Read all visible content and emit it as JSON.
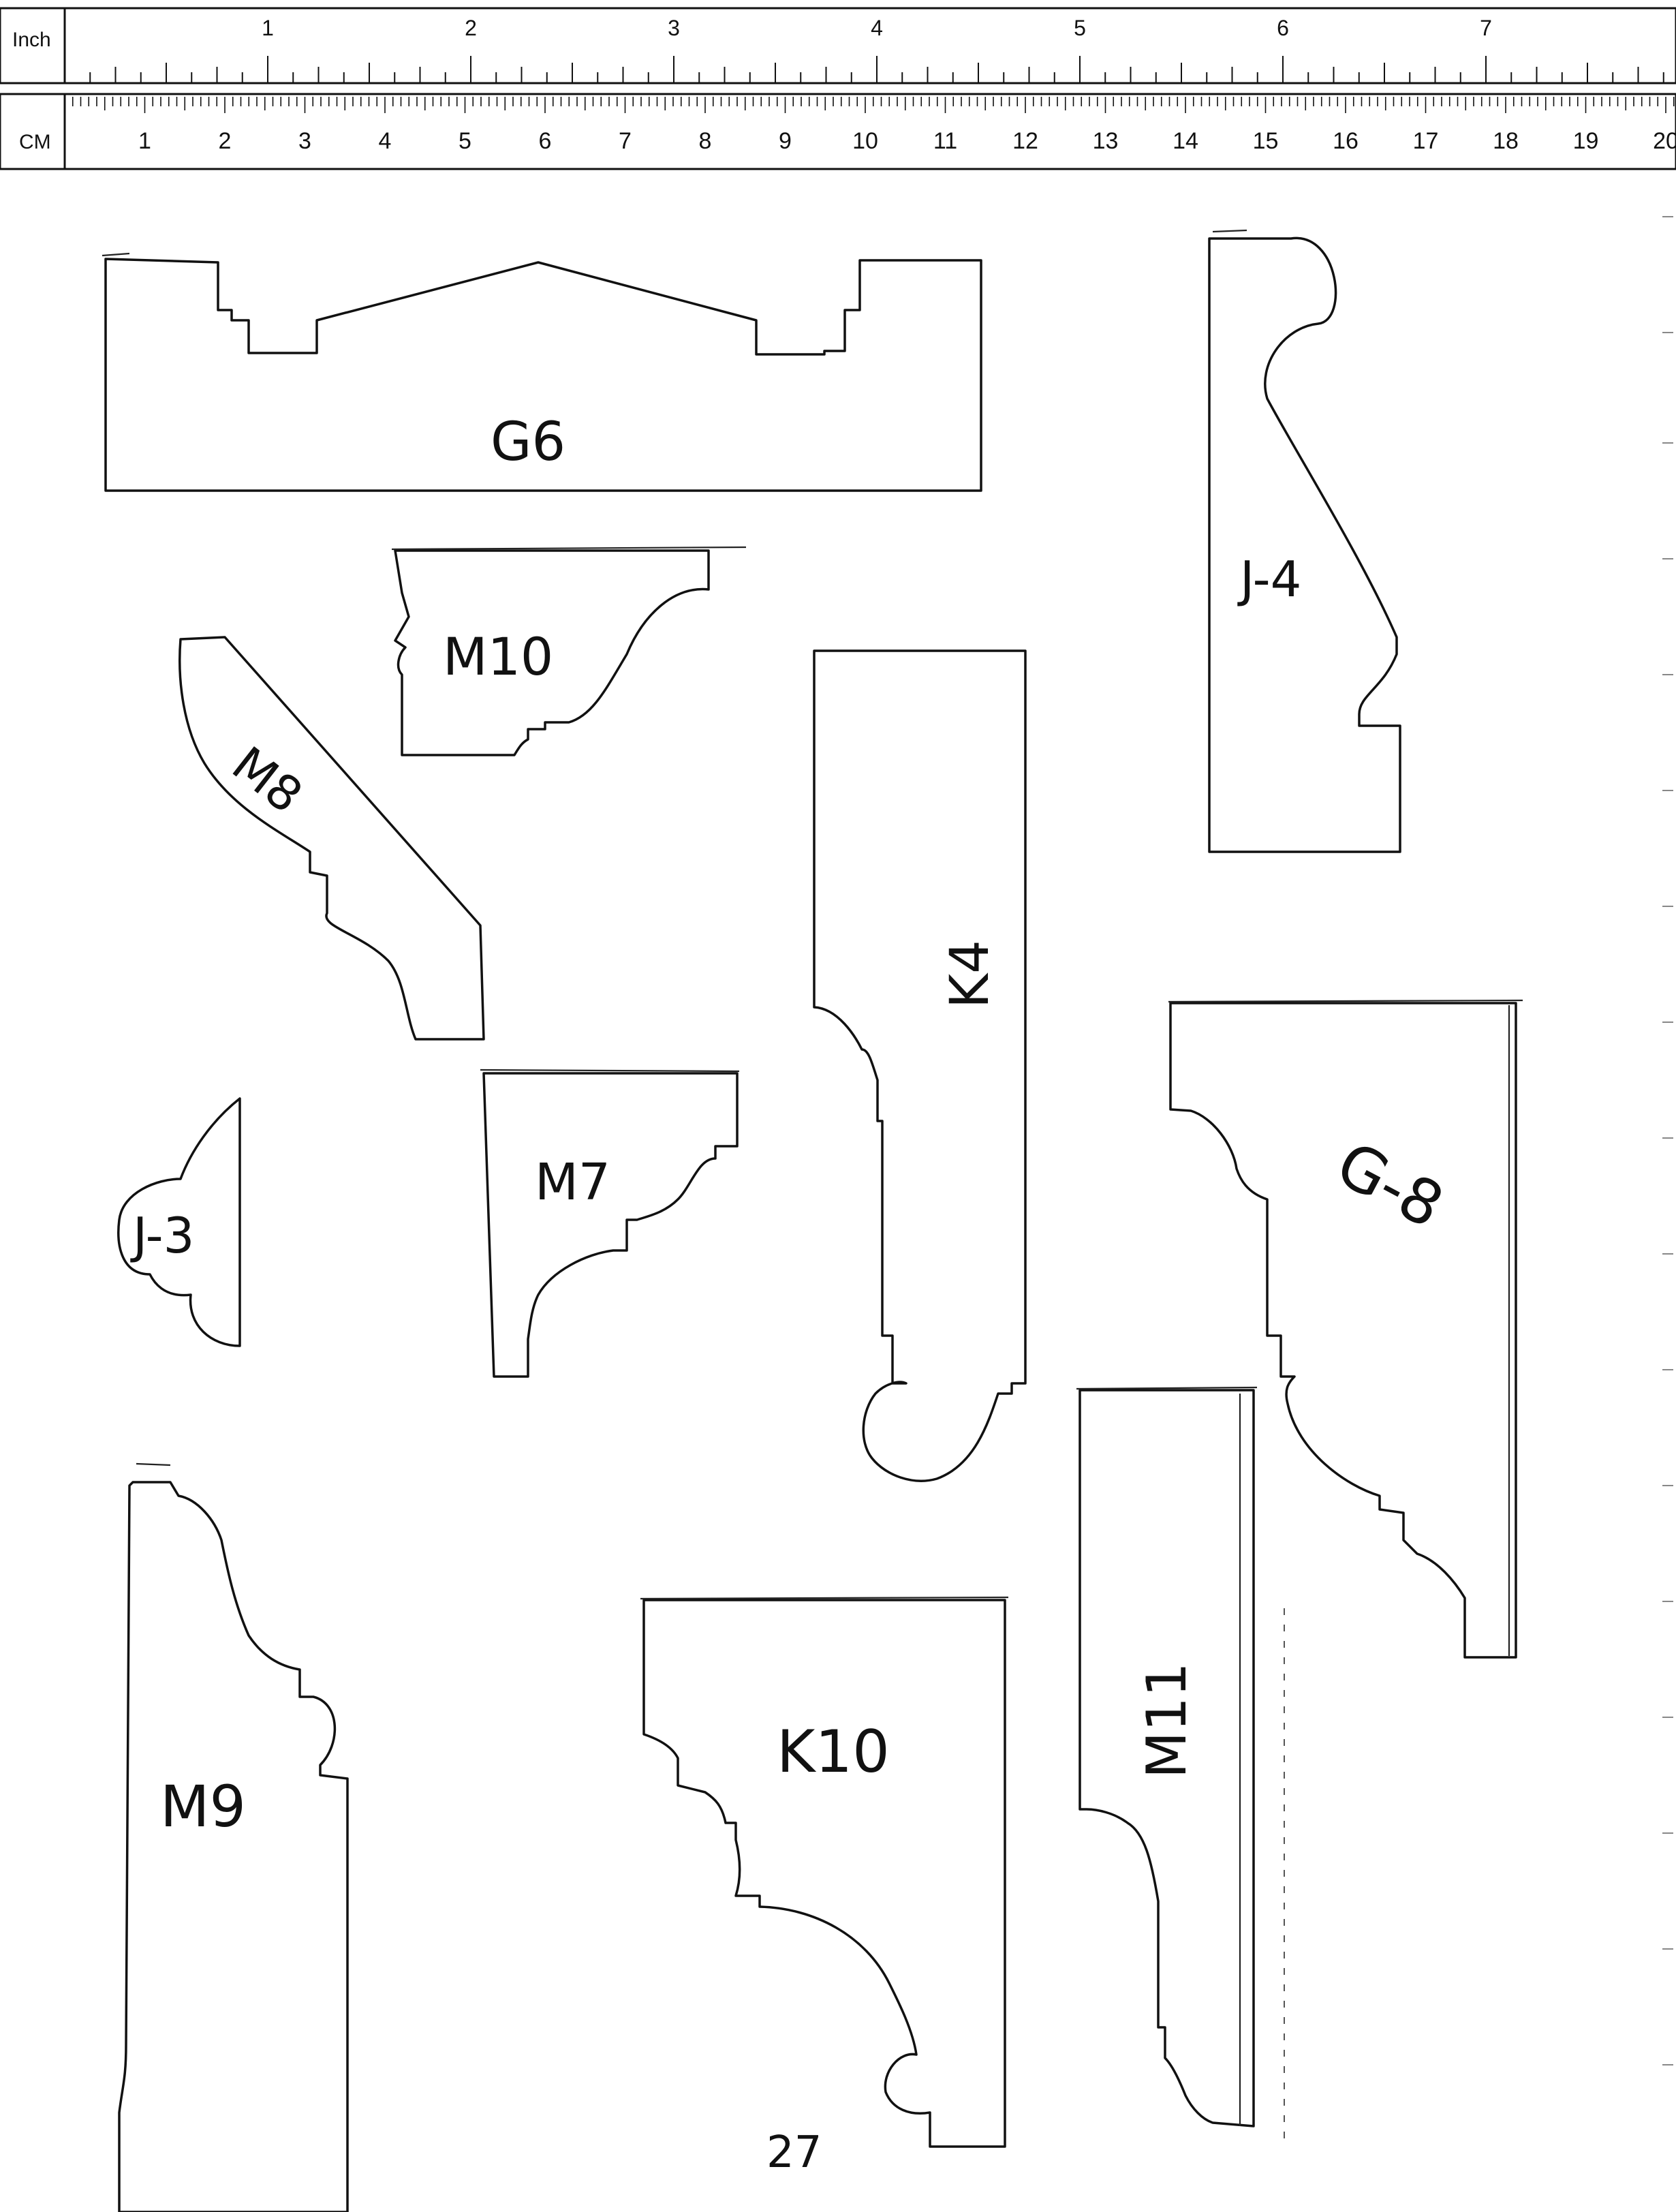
{
  "ruler": {
    "inch_label": "Inch",
    "cm_label": "CM",
    "inch_numbers": [
      "1",
      "2",
      "3",
      "4",
      "5",
      "6",
      "7"
    ],
    "cm_numbers": [
      "1",
      "2",
      "3",
      "4",
      "5",
      "6",
      "7",
      "8",
      "9",
      "10",
      "11",
      "12",
      "13",
      "14",
      "15",
      "16",
      "17",
      "18",
      "19",
      "20"
    ]
  },
  "profiles": [
    {
      "label": "G6"
    },
    {
      "label": "J-4"
    },
    {
      "label": "M10"
    },
    {
      "label": "M8"
    },
    {
      "label": "K4"
    },
    {
      "label": "G-8"
    },
    {
      "label": "M7"
    },
    {
      "label": "J-3"
    },
    {
      "label": "M9"
    },
    {
      "label": "K10"
    },
    {
      "label": "M11"
    }
  ],
  "page_number": "27"
}
